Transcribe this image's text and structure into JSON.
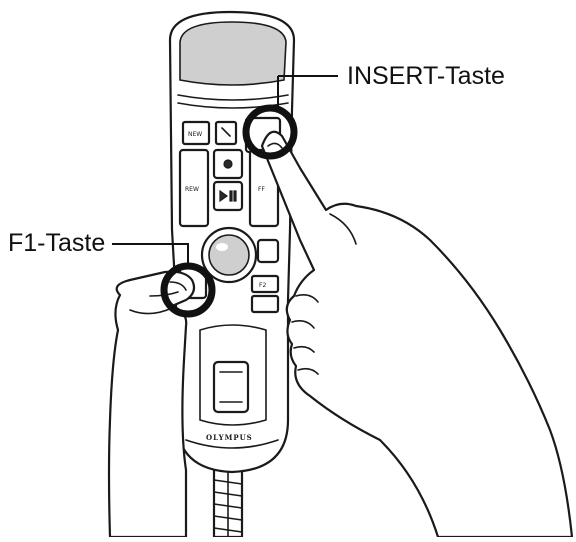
{
  "callouts": {
    "insert": "INSERT-Taste",
    "f1": "F1-Taste"
  },
  "device": {
    "brand": "OLYMPUS",
    "buttons": {
      "new": "NEW",
      "rew": "REW",
      "ff": "FF",
      "f2": "F2"
    },
    "symbols": {
      "record": "●",
      "play_stop": "►II"
    }
  }
}
